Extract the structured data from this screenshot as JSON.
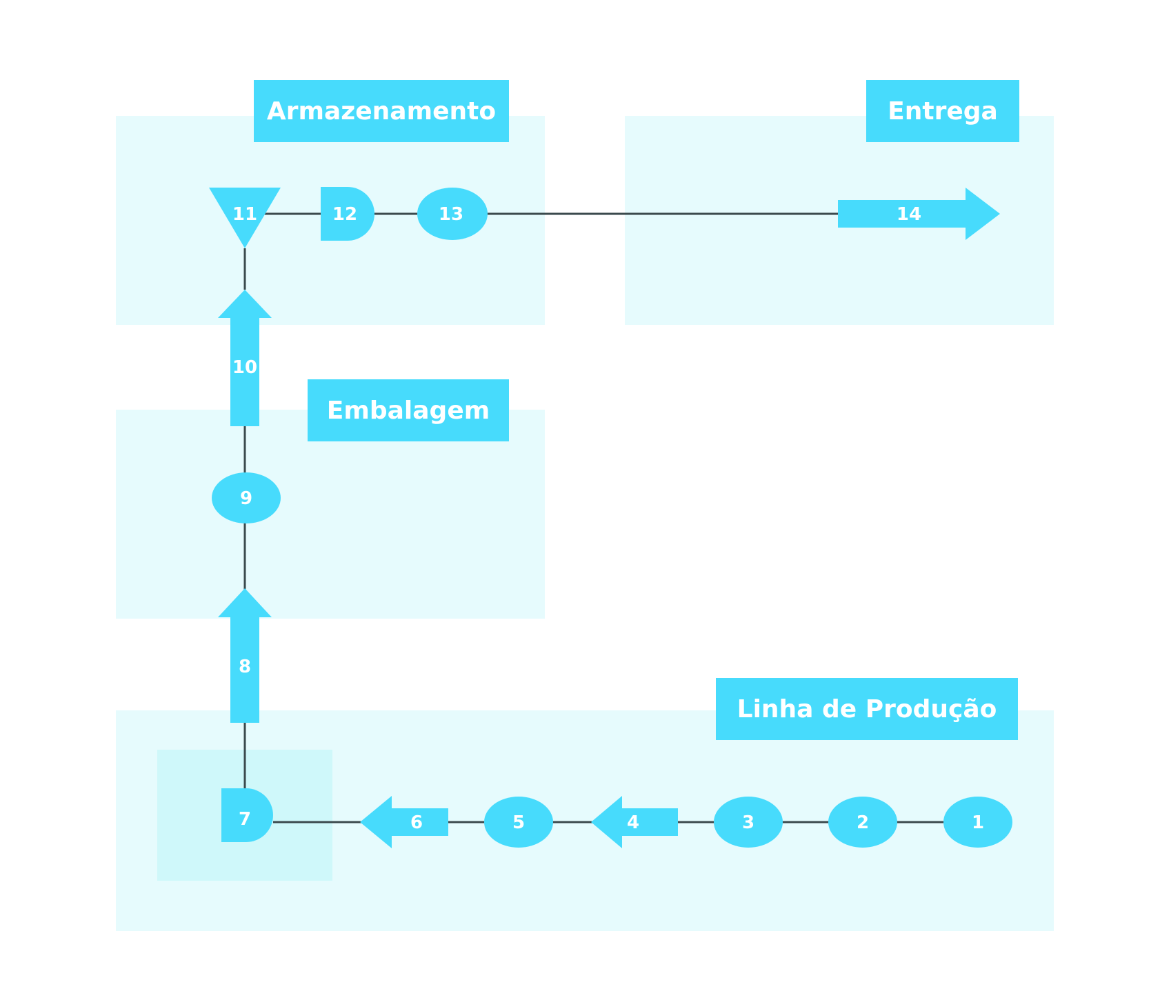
{
  "colors": {
    "background": "#ffffff",
    "zone_fill": "#e6fbfd",
    "highlight_fill": "#cff8fa",
    "shape_fill": "#47dbfc",
    "connector": "#3b4a4d",
    "text": "#ffffff"
  },
  "zones": {
    "armazenamento": "Armazenamento",
    "entrega": "Entrega",
    "embalagem": "Embalagem",
    "linha_producao": "Linha de Produção"
  },
  "steps": [
    "1",
    "2",
    "3",
    "4",
    "5",
    "6",
    "7",
    "8",
    "9",
    "10",
    "11",
    "12",
    "13",
    "14"
  ],
  "step_shapes": [
    "ellipse",
    "ellipse",
    "ellipse",
    "arrow-left",
    "ellipse",
    "arrow-left",
    "delay",
    "arrow-up",
    "ellipse",
    "arrow-up",
    "triangle-down",
    "delay",
    "ellipse",
    "arrow-right"
  ],
  "flow": [
    [
      1,
      2
    ],
    [
      2,
      3
    ],
    [
      3,
      4
    ],
    [
      4,
      5
    ],
    [
      5,
      6
    ],
    [
      6,
      7
    ],
    [
      7,
      8
    ],
    [
      8,
      9
    ],
    [
      9,
      10
    ],
    [
      10,
      11
    ],
    [
      11,
      12
    ],
    [
      12,
      13
    ],
    [
      13,
      14
    ]
  ]
}
